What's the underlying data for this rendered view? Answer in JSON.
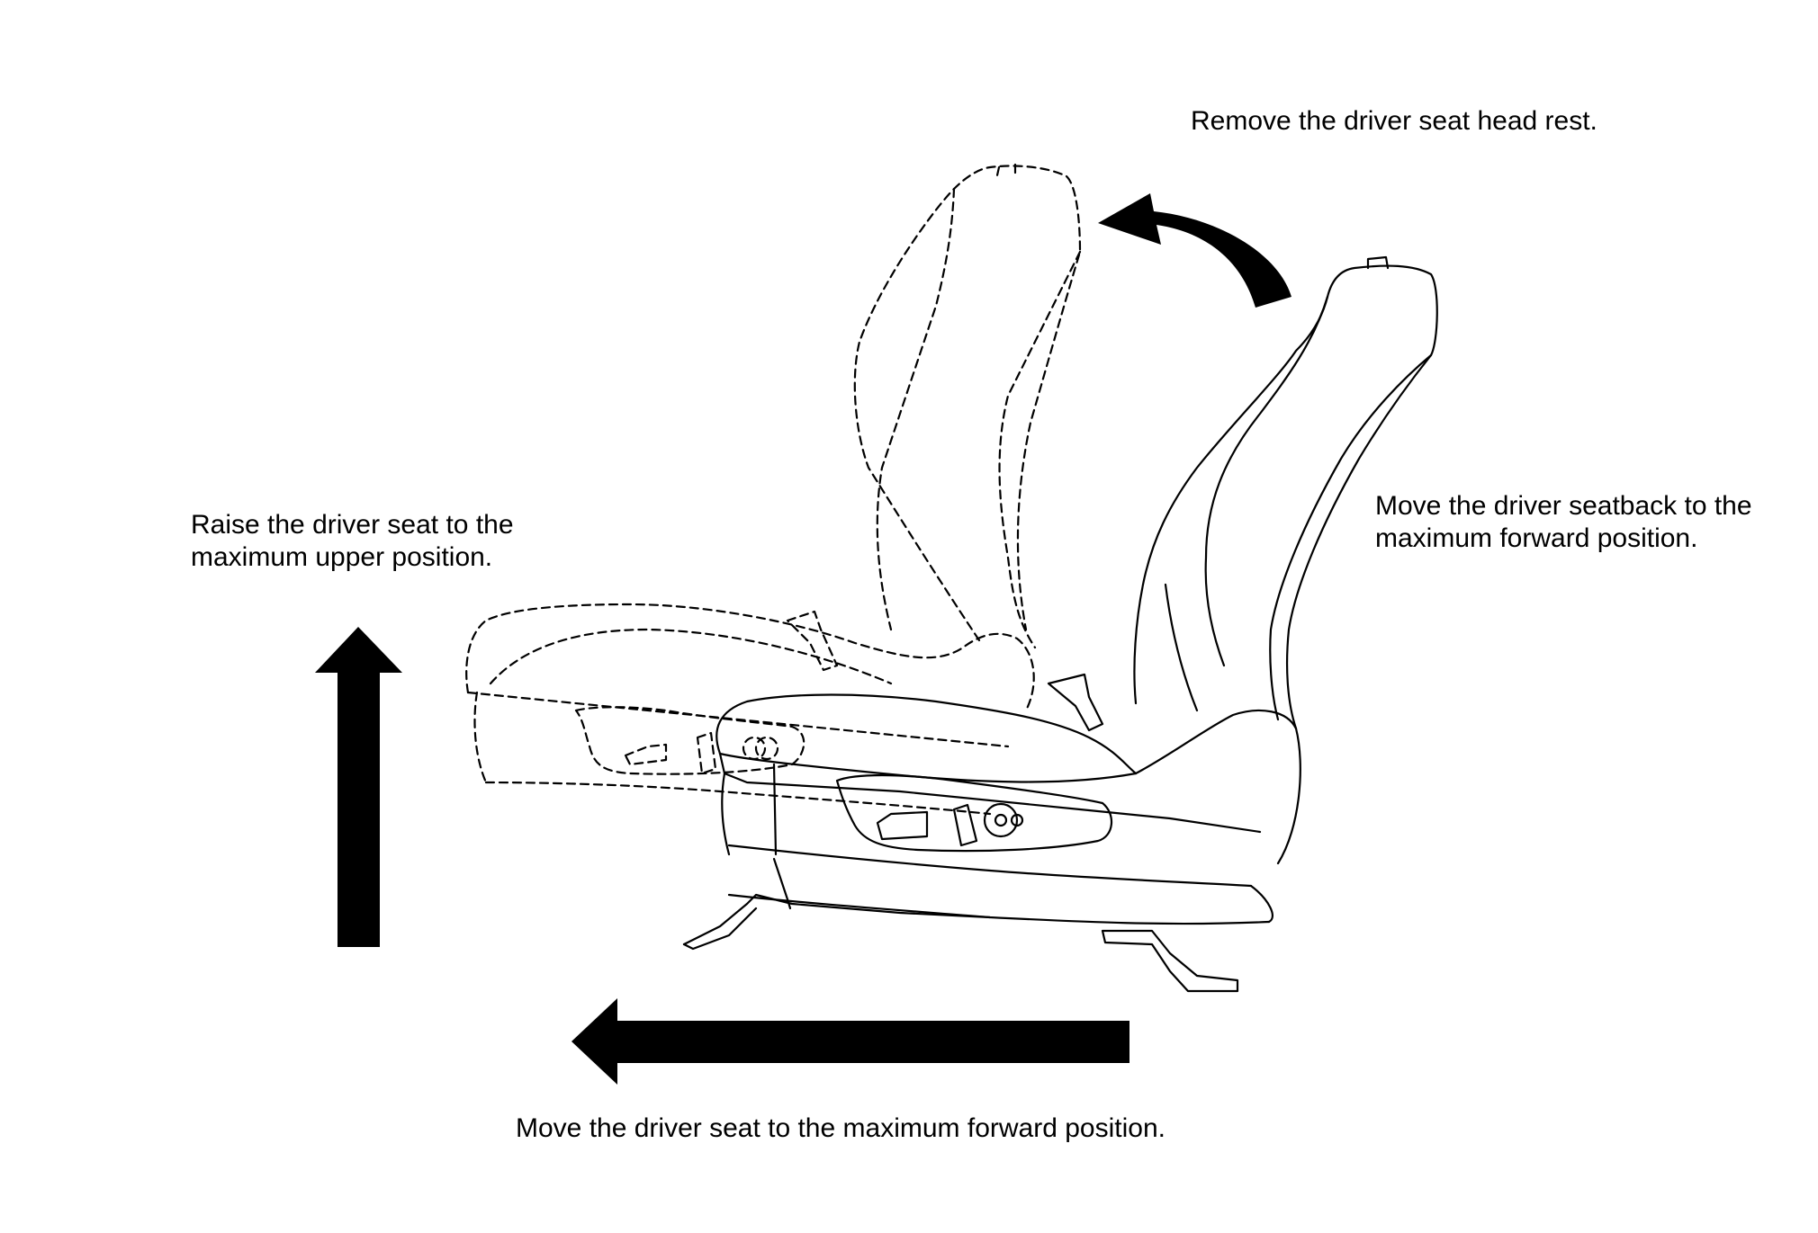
{
  "captions": {
    "remove_headrest": "Remove the driver seat head rest.",
    "seatback_forward": {
      "line1": "Move the driver seatback to the",
      "line2": "maximum forward position."
    },
    "raise_seat": {
      "line1": "Raise the driver seat to the",
      "line2": "maximum upper position."
    },
    "seat_forward": "Move the driver seat to the maximum forward position."
  },
  "colors": {
    "ink": "#000000",
    "background": "#ffffff"
  }
}
